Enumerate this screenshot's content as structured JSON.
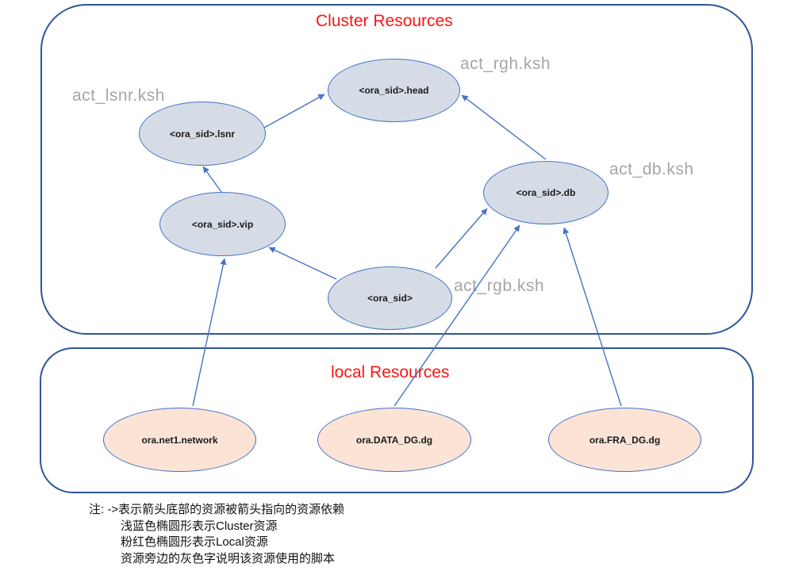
{
  "diagram": {
    "cluster": {
      "title": "Cluster Resources",
      "nodes": [
        {
          "id": "head",
          "label": "<ora_sid>.head"
        },
        {
          "id": "lsnr",
          "label": "<ora_sid>.lsnr"
        },
        {
          "id": "db",
          "label": "<ora_sid>.db"
        },
        {
          "id": "vip",
          "label": "<ora_sid>.vip"
        },
        {
          "id": "sid",
          "label": "<ora_sid>"
        }
      ]
    },
    "local": {
      "title": "local Resources",
      "nodes": [
        {
          "id": "net1",
          "label": "ora.net1.network"
        },
        {
          "id": "data_dg",
          "label": "ora.DATA_DG.dg"
        },
        {
          "id": "fra_dg",
          "label": "ora.FRA_DG.dg"
        }
      ]
    },
    "scripts": [
      {
        "id": "act_lsnr",
        "text": "act_lsnr.ksh"
      },
      {
        "id": "act_rgh",
        "text": "act_rgh.ksh"
      },
      {
        "id": "act_db",
        "text": "act_db.ksh"
      },
      {
        "id": "act_rgb",
        "text": "act_rgb.ksh"
      }
    ],
    "edges": [
      {
        "from": "<ora_sid>.lsnr",
        "to": "<ora_sid>.head"
      },
      {
        "from": "<ora_sid>.db",
        "to": "<ora_sid>.head"
      },
      {
        "from": "<ora_sid>.vip",
        "to": "<ora_sid>.lsnr"
      },
      {
        "from": "<ora_sid>",
        "to": "<ora_sid>.vip"
      },
      {
        "from": "<ora_sid>",
        "to": "<ora_sid>.db"
      },
      {
        "from": "ora.net1.network",
        "to": "<ora_sid>.vip"
      },
      {
        "from": "ora.DATA_DG.dg",
        "to": "<ora_sid>.db"
      },
      {
        "from": "ora.FRA_DG.dg",
        "to": "<ora_sid>.db"
      }
    ],
    "notes": [
      "注: ->表示箭头底部的资源被箭头指向的资源依赖",
      "浅蓝色椭圆形表示Cluster资源",
      "粉红色椭圆形表示Local资源",
      "资源旁边的灰色字说明该资源使用的脚本"
    ],
    "colors": {
      "cluster_node_fill": "#d6dce6",
      "local_node_fill": "#fbe3d6",
      "node_border": "#4472c4",
      "group_box_border": "#2f5597",
      "arrow": "#4472c4",
      "title_red": "#ff1414",
      "script_label_gray": "#a6a6a6"
    }
  }
}
